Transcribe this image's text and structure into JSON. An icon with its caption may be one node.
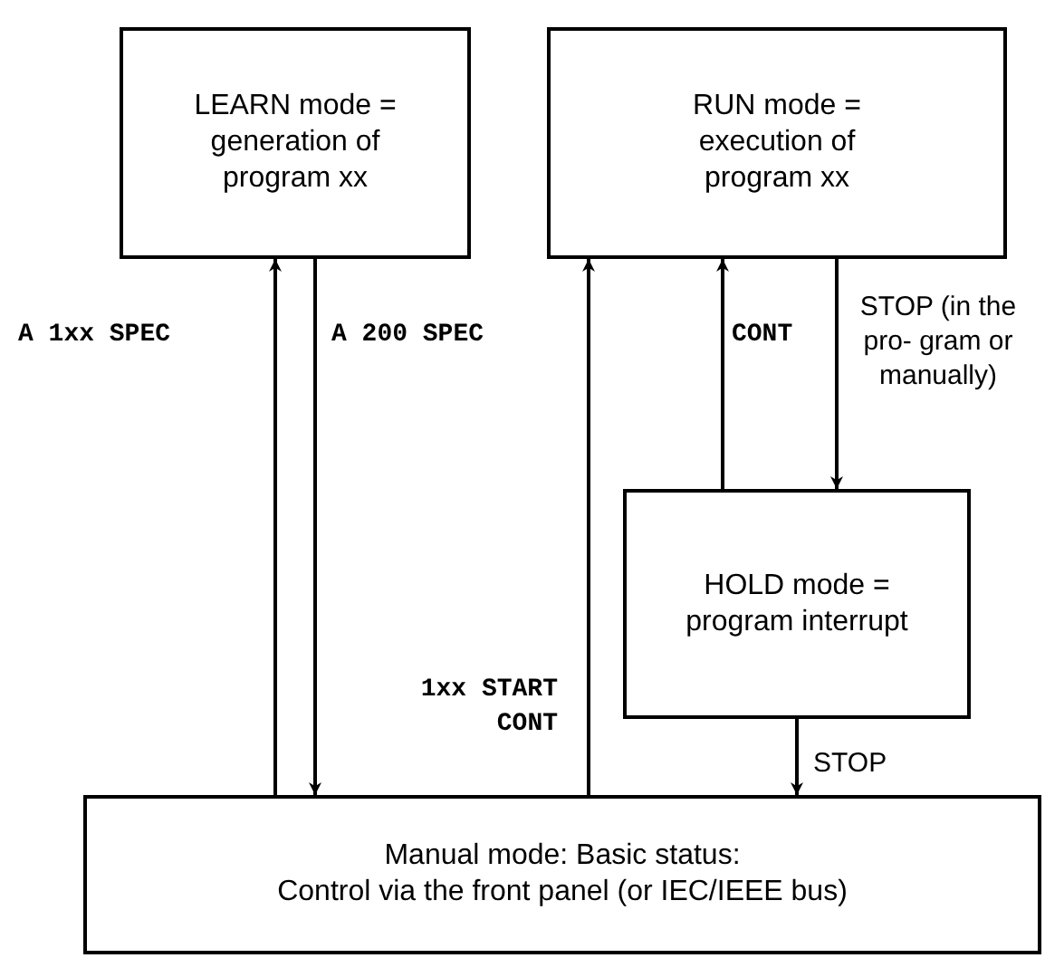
{
  "diagram": {
    "nodes": [
      {
        "text": [
          "LEARN mode = generation of program xx"
        ]
      },
      {
        "text": [
          "RUN mode = execution of program xx"
        ]
      },
      {
        "text": [
          "HOLD mode = program interrupt"
        ]
      },
      {
        "text": [
          "Manual mode: Basic status:",
          "Control via the front panel (or IEC/IEEE bus)"
        ]
      }
    ],
    "edges": [
      {
        "from": 3,
        "to": 0,
        "arrow": "to",
        "label": "A 1xx SPEC"
      },
      {
        "from": 0,
        "to": 3,
        "arrow": "to",
        "label": "A 200 SPEC"
      },
      {
        "from": 3,
        "to": 1,
        "arrow": "to",
        "label": "1xx START CONT"
      },
      {
        "from": 2,
        "to": 1,
        "arrow": "to",
        "label": "CONT"
      },
      {
        "from": 1,
        "to": 2,
        "arrow": "to",
        "label": "STOP (in the pro- gram or manually)"
      },
      {
        "from": 2,
        "to": 3,
        "arrow": "to",
        "label": "STOP"
      }
    ]
  }
}
